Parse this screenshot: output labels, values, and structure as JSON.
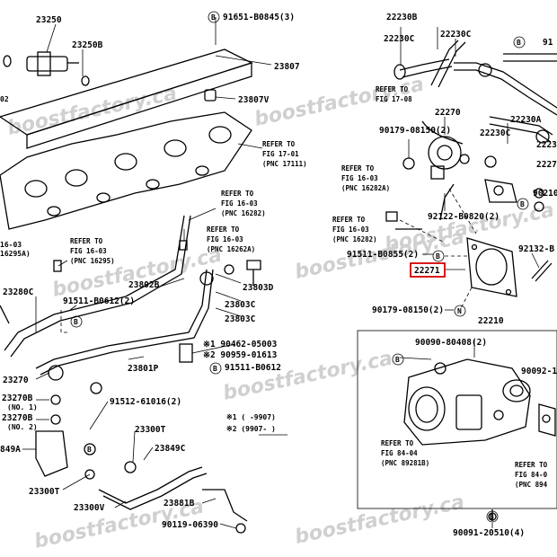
{
  "labels": [
    {
      "id": "p23250",
      "text": "23250"
    },
    {
      "id": "p23250B",
      "text": "23250B"
    },
    {
      "id": "p91651",
      "text": "91651-B0845(3)"
    },
    {
      "id": "p23807",
      "text": "23807"
    },
    {
      "id": "p23807V",
      "text": "23807V"
    },
    {
      "id": "p22230B",
      "text": "22230B"
    },
    {
      "id": "p22230C_a",
      "text": "22230C"
    },
    {
      "id": "p22230C_b",
      "text": "22230C"
    },
    {
      "id": "p91_right",
      "text": "91"
    },
    {
      "id": "p90179_a",
      "text": "90179-08150(2)"
    },
    {
      "id": "p22270",
      "text": "22270"
    },
    {
      "id": "p22230A",
      "text": "22230A"
    },
    {
      "id": "p22230C_c",
      "text": "22230C"
    },
    {
      "id": "p2223_cut",
      "text": "2223"
    },
    {
      "id": "p2227_cut",
      "text": "2227"
    },
    {
      "id": "p90210_cut",
      "text": "90210"
    },
    {
      "id": "p92122",
      "text": "92122-B0820(2)"
    },
    {
      "id": "p91511_a",
      "text": "91511-B0855(2)"
    },
    {
      "id": "p22271",
      "text": "22271"
    },
    {
      "id": "p92132",
      "text": "92132-B"
    },
    {
      "id": "p90179_b",
      "text": "90179-08150(2)"
    },
    {
      "id": "p22210",
      "text": "22210"
    },
    {
      "id": "p90090",
      "text": "90090-80408(2)"
    },
    {
      "id": "p90092",
      "text": "90092-1"
    },
    {
      "id": "p90091",
      "text": "90091-20510(4)"
    },
    {
      "id": "p23802B",
      "text": "23802B"
    },
    {
      "id": "p23803D",
      "text": "23803D"
    },
    {
      "id": "p23803C_a",
      "text": "23803C"
    },
    {
      "id": "p23803C_b",
      "text": "23803C"
    },
    {
      "id": "p23280C",
      "text": "23280C"
    },
    {
      "id": "p91511_b",
      "text": "91511-B0612(2)"
    },
    {
      "id": "p90462",
      "text": "※1 90462-05003"
    },
    {
      "id": "p90959",
      "text": "※2 90959-01613"
    },
    {
      "id": "p91511_c",
      "text": "91511-B0612"
    },
    {
      "id": "p23801P",
      "text": "23801P"
    },
    {
      "id": "p23270",
      "text": "23270"
    },
    {
      "id": "p23270B",
      "text": "23270B"
    },
    {
      "id": "p23270B_no",
      "text": "(NO. 1)"
    },
    {
      "id": "p23270B2",
      "text": "23270B"
    },
    {
      "id": "p23270B2_no",
      "text": "(NO. 2)"
    },
    {
      "id": "p91512",
      "text": "91512-61016(2)"
    },
    {
      "id": "p23300T",
      "text": "23300T"
    },
    {
      "id": "p23849C",
      "text": "23849C"
    },
    {
      "id": "p849A",
      "text": "849A"
    },
    {
      "id": "p23300T_b",
      "text": "23300T"
    },
    {
      "id": "p23300V",
      "text": "23300V"
    },
    {
      "id": "p23881B",
      "text": "23881B"
    },
    {
      "id": "p90119",
      "text": "90119-06390"
    },
    {
      "id": "p_cut_16",
      "text": "16-03"
    },
    {
      "id": "p_cut_pnc",
      "text": "16295A)"
    },
    {
      "id": "p_cut_02",
      "text": "02"
    },
    {
      "id": "note1",
      "text": "※1 (     -9907)"
    },
    {
      "id": "note2",
      "text": "※2 (9907-      )"
    }
  ],
  "refs": [
    {
      "id": "r1701",
      "line1": "REFER TO",
      "line2": "FIG 17-01",
      "line3": "(PNC 17111)"
    },
    {
      "id": "r1603a",
      "line1": "REFER TO",
      "line2": "FIG 16-03",
      "line3": "(PNC 16282)"
    },
    {
      "id": "r1603b",
      "line1": "REFER TO",
      "line2": "FIG 16-03",
      "line3": "(PNC 16262A)"
    },
    {
      "id": "r1603c",
      "line1": "REFER TO",
      "line2": "FIG 16-03",
      "line3": "(PNC 16295)"
    },
    {
      "id": "r1708",
      "line1": "REFER TO",
      "line2": "FIG 17-08",
      "line3": ""
    },
    {
      "id": "r1603d",
      "line1": "REFER TO",
      "line2": "FIG 16-03",
      "line3": "(PNC 16282A)"
    },
    {
      "id": "r1603e",
      "line1": "REFER TO",
      "line2": "FIG 16-03",
      "line3": "(PNC 16282)"
    },
    {
      "id": "r8404a",
      "line1": "REFER TO",
      "line2": "FIG 84-04",
      "line3": "(PNC 89281B)"
    },
    {
      "id": "r8404b",
      "line1": "REFER TO",
      "line2": "FIG 84-0",
      "line3": "(PNC 894"
    }
  ],
  "markers": {
    "b": "B",
    "n": "N"
  },
  "watermark": "boostfactory.ca",
  "colors": {
    "highlight": "#d40000",
    "ink": "#000000"
  }
}
